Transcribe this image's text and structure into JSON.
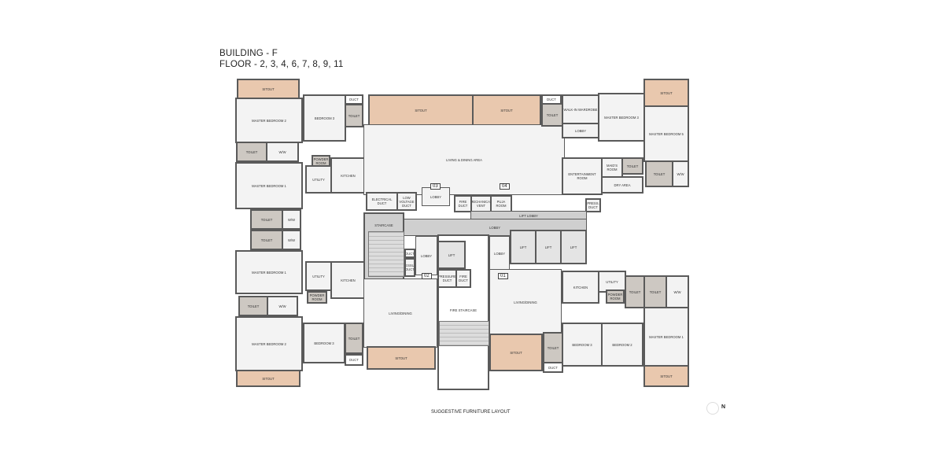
{
  "header": {
    "building": "BUILDING - F",
    "floors": "FLOOR - 2, 3, 4, 6, 7, 8, 9, 11"
  },
  "caption": "SUGGESTIVE FURNITURE LAYOUT",
  "north_label": "N",
  "units": [
    "01",
    "02",
    "03",
    "04"
  ],
  "rooms": [
    {
      "name": "SITOUT"
    },
    {
      "name": "MASTER BEDROOM 2"
    },
    {
      "name": "BEDROOM 3"
    },
    {
      "name": "TOILET"
    },
    {
      "name": "DUCT"
    },
    {
      "name": "TOILET"
    },
    {
      "name": "W/W"
    },
    {
      "name": "MASTER BEDROOM 1"
    },
    {
      "name": "UTILITY"
    },
    {
      "name": "KITCHEN"
    },
    {
      "name": "TOILET"
    },
    {
      "name": "W/W"
    },
    {
      "name": "TOILET"
    },
    {
      "name": "W/W"
    },
    {
      "name": "MASTER BEDROOM 1"
    },
    {
      "name": "UTILITY"
    },
    {
      "name": "KITCHEN"
    },
    {
      "name": "TOILET"
    },
    {
      "name": "W/W"
    },
    {
      "name": "MASTER BEDROOM 2"
    },
    {
      "name": "BEDROOM 3"
    },
    {
      "name": "TOILET"
    },
    {
      "name": "DUCT"
    },
    {
      "name": "SITOUT"
    },
    {
      "name": "SITOUT"
    },
    {
      "name": "SITOUT"
    },
    {
      "name": "LIVING & DINING AREA"
    },
    {
      "name": "LOBBY"
    },
    {
      "name": "ELECTRICAL DUCT"
    },
    {
      "name": "LOW VOLTAGE DUCT"
    },
    {
      "name": "FIRE DUCT"
    },
    {
      "name": "MECHANICAL VENT"
    },
    {
      "name": "PUJA ROOM"
    },
    {
      "name": "DUCT"
    },
    {
      "name": "TOILET"
    },
    {
      "name": "WALK-IN WARDROBE"
    },
    {
      "name": "LOBBY"
    },
    {
      "name": "MASTER BEDROOM 3"
    },
    {
      "name": "SITOUT"
    },
    {
      "name": "MASTER BEDROOM 5"
    },
    {
      "name": "ENTERTAINMENT ROOM"
    },
    {
      "name": "MAID'S ROOM"
    },
    {
      "name": "TOILET"
    },
    {
      "name": "DRY AREA"
    },
    {
      "name": "TOILET"
    },
    {
      "name": "W/W"
    },
    {
      "name": "PRESS. DUCT"
    },
    {
      "name": "LIFT LOBBY"
    },
    {
      "name": "LOBBY"
    },
    {
      "name": "STAIRCASE"
    },
    {
      "name": "DUCT"
    },
    {
      "name": "PRESSURE DUCT"
    },
    {
      "name": "LOBBY"
    },
    {
      "name": "LIFT"
    },
    {
      "name": "PRESSURE DUCT"
    },
    {
      "name": "FIRE DUCT"
    },
    {
      "name": "FIRE STAIRCASE"
    },
    {
      "name": "LOBBY"
    },
    {
      "name": "LIFT"
    },
    {
      "name": "LIFT"
    },
    {
      "name": "LIFT"
    },
    {
      "name": "LIVING/DINING"
    },
    {
      "name": "SITOUT"
    },
    {
      "name": "LIVING/DINING"
    },
    {
      "name": "SITOUT"
    },
    {
      "name": "KITCHEN"
    },
    {
      "name": "UTILITY"
    },
    {
      "name": "TOILET"
    },
    {
      "name": "TOILET"
    },
    {
      "name": "W/W"
    },
    {
      "name": "MASTER BEDROOM 1"
    },
    {
      "name": "SITOUT"
    },
    {
      "name": "BEDROOM 3"
    },
    {
      "name": "BEDROOM 2"
    },
    {
      "name": "TOILET"
    },
    {
      "name": "DUCT"
    },
    {
      "name": "POWDER ROOM"
    },
    {
      "name": "POWDER ROOM"
    },
    {
      "name": "POWDER ROOM"
    }
  ]
}
